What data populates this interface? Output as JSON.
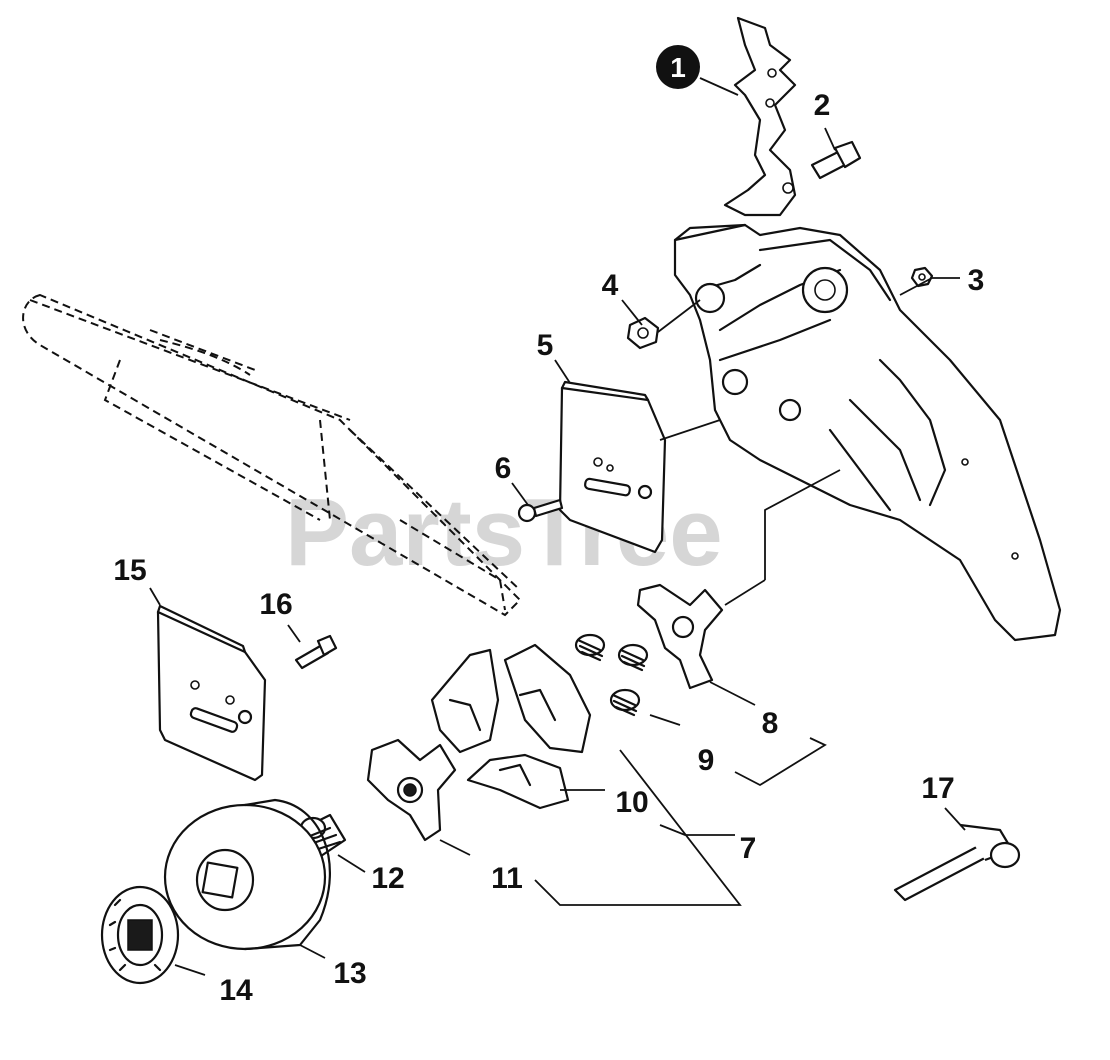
{
  "watermark": "PartsTree",
  "callouts": [
    {
      "id": "1",
      "highlighted": true
    },
    {
      "id": "2"
    },
    {
      "id": "3"
    },
    {
      "id": "4"
    },
    {
      "id": "5"
    },
    {
      "id": "6"
    },
    {
      "id": "7"
    },
    {
      "id": "8"
    },
    {
      "id": "9"
    },
    {
      "id": "10"
    },
    {
      "id": "11"
    },
    {
      "id": "12"
    },
    {
      "id": "13"
    },
    {
      "id": "14"
    },
    {
      "id": "15"
    },
    {
      "id": "16"
    },
    {
      "id": "17"
    }
  ],
  "colors": {
    "line": "#111111",
    "background": "#ffffff",
    "watermark": "#cfcfcf"
  }
}
